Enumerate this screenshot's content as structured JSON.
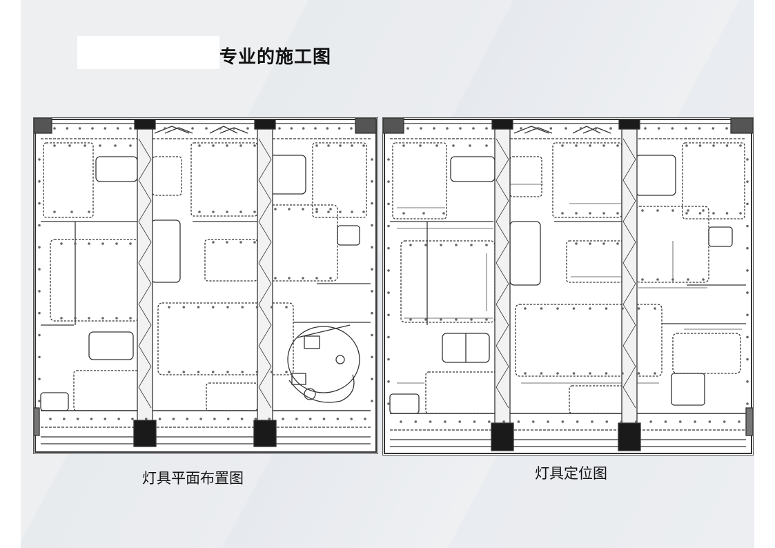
{
  "slide": {
    "title": "专业的施工图",
    "captions": {
      "left": "灯具平面布置图",
      "right": "灯具定位图"
    }
  },
  "colors": {
    "line": "#333333",
    "column": "#1a1a1a",
    "light": "#777777"
  },
  "icons": [
    "downlight-icon",
    "column-icon",
    "ceiling-panel-icon"
  ]
}
